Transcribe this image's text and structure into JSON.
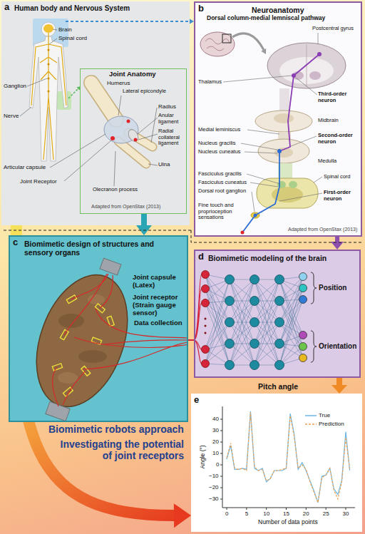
{
  "diagram": {
    "nodes": [
      {
        "text": [
          "a",
          "Human body and Nervous System"
        ]
      },
      {
        "text": [
          "Joint Anatomy"
        ],
        "in": 0
      },
      {
        "text": [
          "b",
          "Neuroanatomy"
        ]
      },
      {
        "text": [
          "c",
          "Biomimetic design of structures and sensory organs"
        ]
      },
      {
        "text": [
          "d",
          "Biomimetic modeling of the brain"
        ]
      },
      {
        "text": [
          "e",
          "Pitch angle"
        ]
      }
    ],
    "edges": [
      {
        "from": 0,
        "to": 2,
        "arrow": "to"
      },
      {
        "from": 1,
        "to": 3,
        "arrow": "to"
      },
      {
        "from": 2,
        "to": 4,
        "arrow": "to"
      },
      {
        "from": 3,
        "to": 4,
        "label": "Data collection",
        "arrow": "none"
      },
      {
        "from": 4,
        "to": 5,
        "arrow": "to"
      },
      {
        "from": 0,
        "to": 5,
        "arrow": "to"
      }
    ],
    "labels": [
      "Brain",
      "Spinal cord",
      "Ganglion",
      "Nerve",
      "Humerus",
      "Lateral epicondyle",
      "Radius",
      "Anular ligament",
      "Radial collateral ligament",
      "Articular capsule",
      "Joint Receptor",
      "Olecranon process",
      "Ulna",
      "Adapted from OpenStax (2013)",
      "Dorsal column-medial lemniscal pathway",
      "Postcentral gyrus",
      "Thalamus",
      "Third-order neuron",
      "Second-order neuron",
      "Midbrain",
      "Medial leminiscus",
      "Nucleus gracilis",
      "Nucleus cuneatus",
      "Medulla",
      "Fasciculus gracilis",
      "Fasciculus cuneatus",
      "Spinal cord",
      "Dorsal root ganglion",
      "Fine touch and proprioception sensations",
      "First-order neuron",
      "Adapted from OpenStax (2013)",
      "Joint capsule (Latex)",
      "Joint receptor (Strain gauge sensor)",
      "Position",
      "Orientation",
      "40",
      "30",
      "20",
      "10",
      "0",
      "−10",
      "−20",
      "−30",
      "Angle (°)",
      "0",
      "5",
      "10",
      "15",
      "20",
      "25",
      "30",
      "Number of data points",
      "Biomimetic robots approach",
      "Investigating the potential of joint receptors"
    ],
    "legend": [
      {
        "text": "True"
      },
      {
        "text": "Prediction"
      }
    ]
  }
}
